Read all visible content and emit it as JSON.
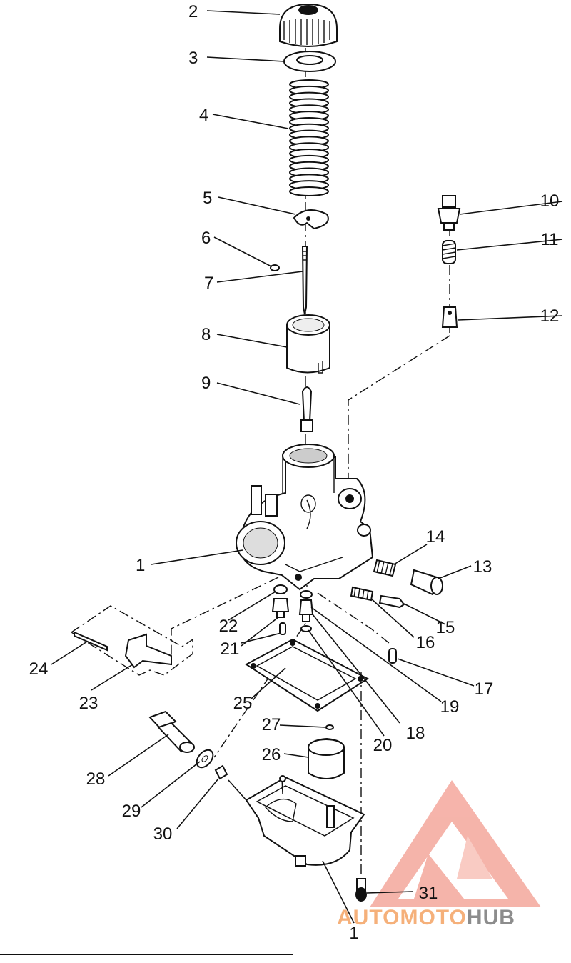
{
  "callouts": {
    "c1_top": "1",
    "c1_bottom": "1",
    "c2": "2",
    "c3": "3",
    "c4": "4",
    "c5": "5",
    "c6": "6",
    "c7": "7",
    "c8": "8",
    "c9": "9",
    "c10": "10",
    "c11": "11",
    "c12": "12",
    "c13": "13",
    "c14": "14",
    "c15": "15",
    "c16": "16",
    "c17": "17",
    "c18": "18",
    "c19": "19",
    "c20": "20",
    "c21": "21",
    "c22": "22",
    "c23": "23",
    "c24": "24",
    "c25": "25",
    "c26": "26",
    "c27": "27",
    "c28": "28",
    "c29": "29",
    "c30": "30",
    "c31": "31"
  },
  "watermark": {
    "brand_part1": "AUTOMOTO",
    "brand_part2": "HUB",
    "color_primary": "#f2a49a",
    "color_secondary": "#f6c37a",
    "color_hub": "#8c8c8c"
  }
}
